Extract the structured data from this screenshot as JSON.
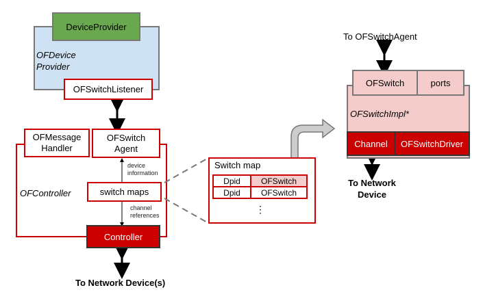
{
  "provider": {
    "container_label": "OFDevice\nProvider",
    "device_provider": "DeviceProvider",
    "switch_listener": "OFSwitchListener"
  },
  "controller": {
    "container_label": "OFController",
    "message_handler": "OFMessage\nHandler",
    "switch_agent": "OFSwitch\nAgent",
    "switch_maps": "switch maps",
    "controller_box": "Controller",
    "device_information": "device\ninformation",
    "channel_references": "channel\nreferences",
    "bottom_label": "To Network Device(s)"
  },
  "switch_map": {
    "title": "Switch map",
    "rows": [
      {
        "key": "Dpid",
        "value": "OFSwitch",
        "highlighted": true
      },
      {
        "key": "Dpid",
        "value": "OFSwitch",
        "highlighted": false
      }
    ],
    "ellipsis": "⋮"
  },
  "switch_impl": {
    "top_label": "To OFSwitchAgent",
    "ofswitch": "OFSwitch",
    "ports": "ports",
    "container_label": "OFSwitchImpl*",
    "channel": "Channel",
    "driver": "OFSwitchDriver",
    "bottom_label": "To Network\nDevice"
  },
  "colors": {
    "red": "#cc0000",
    "pink": "#f4cccc",
    "green": "#6aa84f",
    "blue": "#cfe2f3",
    "gray": "#777777"
  }
}
